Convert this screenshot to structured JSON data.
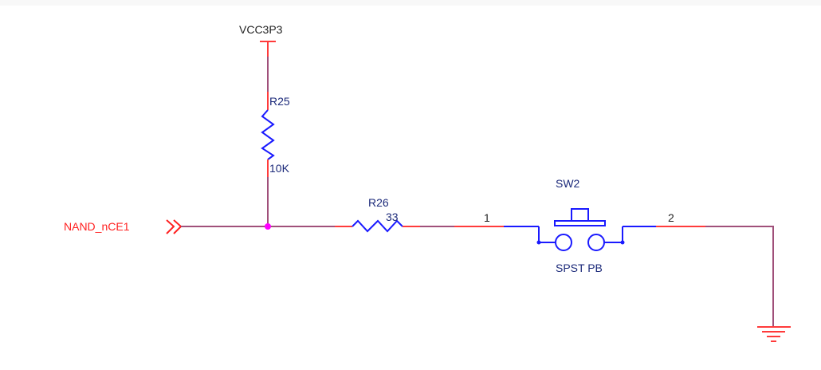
{
  "schematic": {
    "power_net": {
      "label": "VCC3P3"
    },
    "net_port": {
      "label": "NAND_nCE1"
    },
    "resistors": [
      {
        "ref": "R25",
        "value": "10K"
      },
      {
        "ref": "R26",
        "value": "33"
      }
    ],
    "switch": {
      "ref": "SW2",
      "type": "SPST PB",
      "pin1": "1",
      "pin2": "2"
    },
    "ground": {
      "symbol": "ground"
    },
    "colors": {
      "wire": "#a0507a",
      "pin": "#ff3b3b",
      "component": "#1a1aff",
      "junction": "#ff00ff",
      "net_label": "#ff2020",
      "ref_text": "#1c2a7a",
      "power_text": "#222222"
    }
  }
}
